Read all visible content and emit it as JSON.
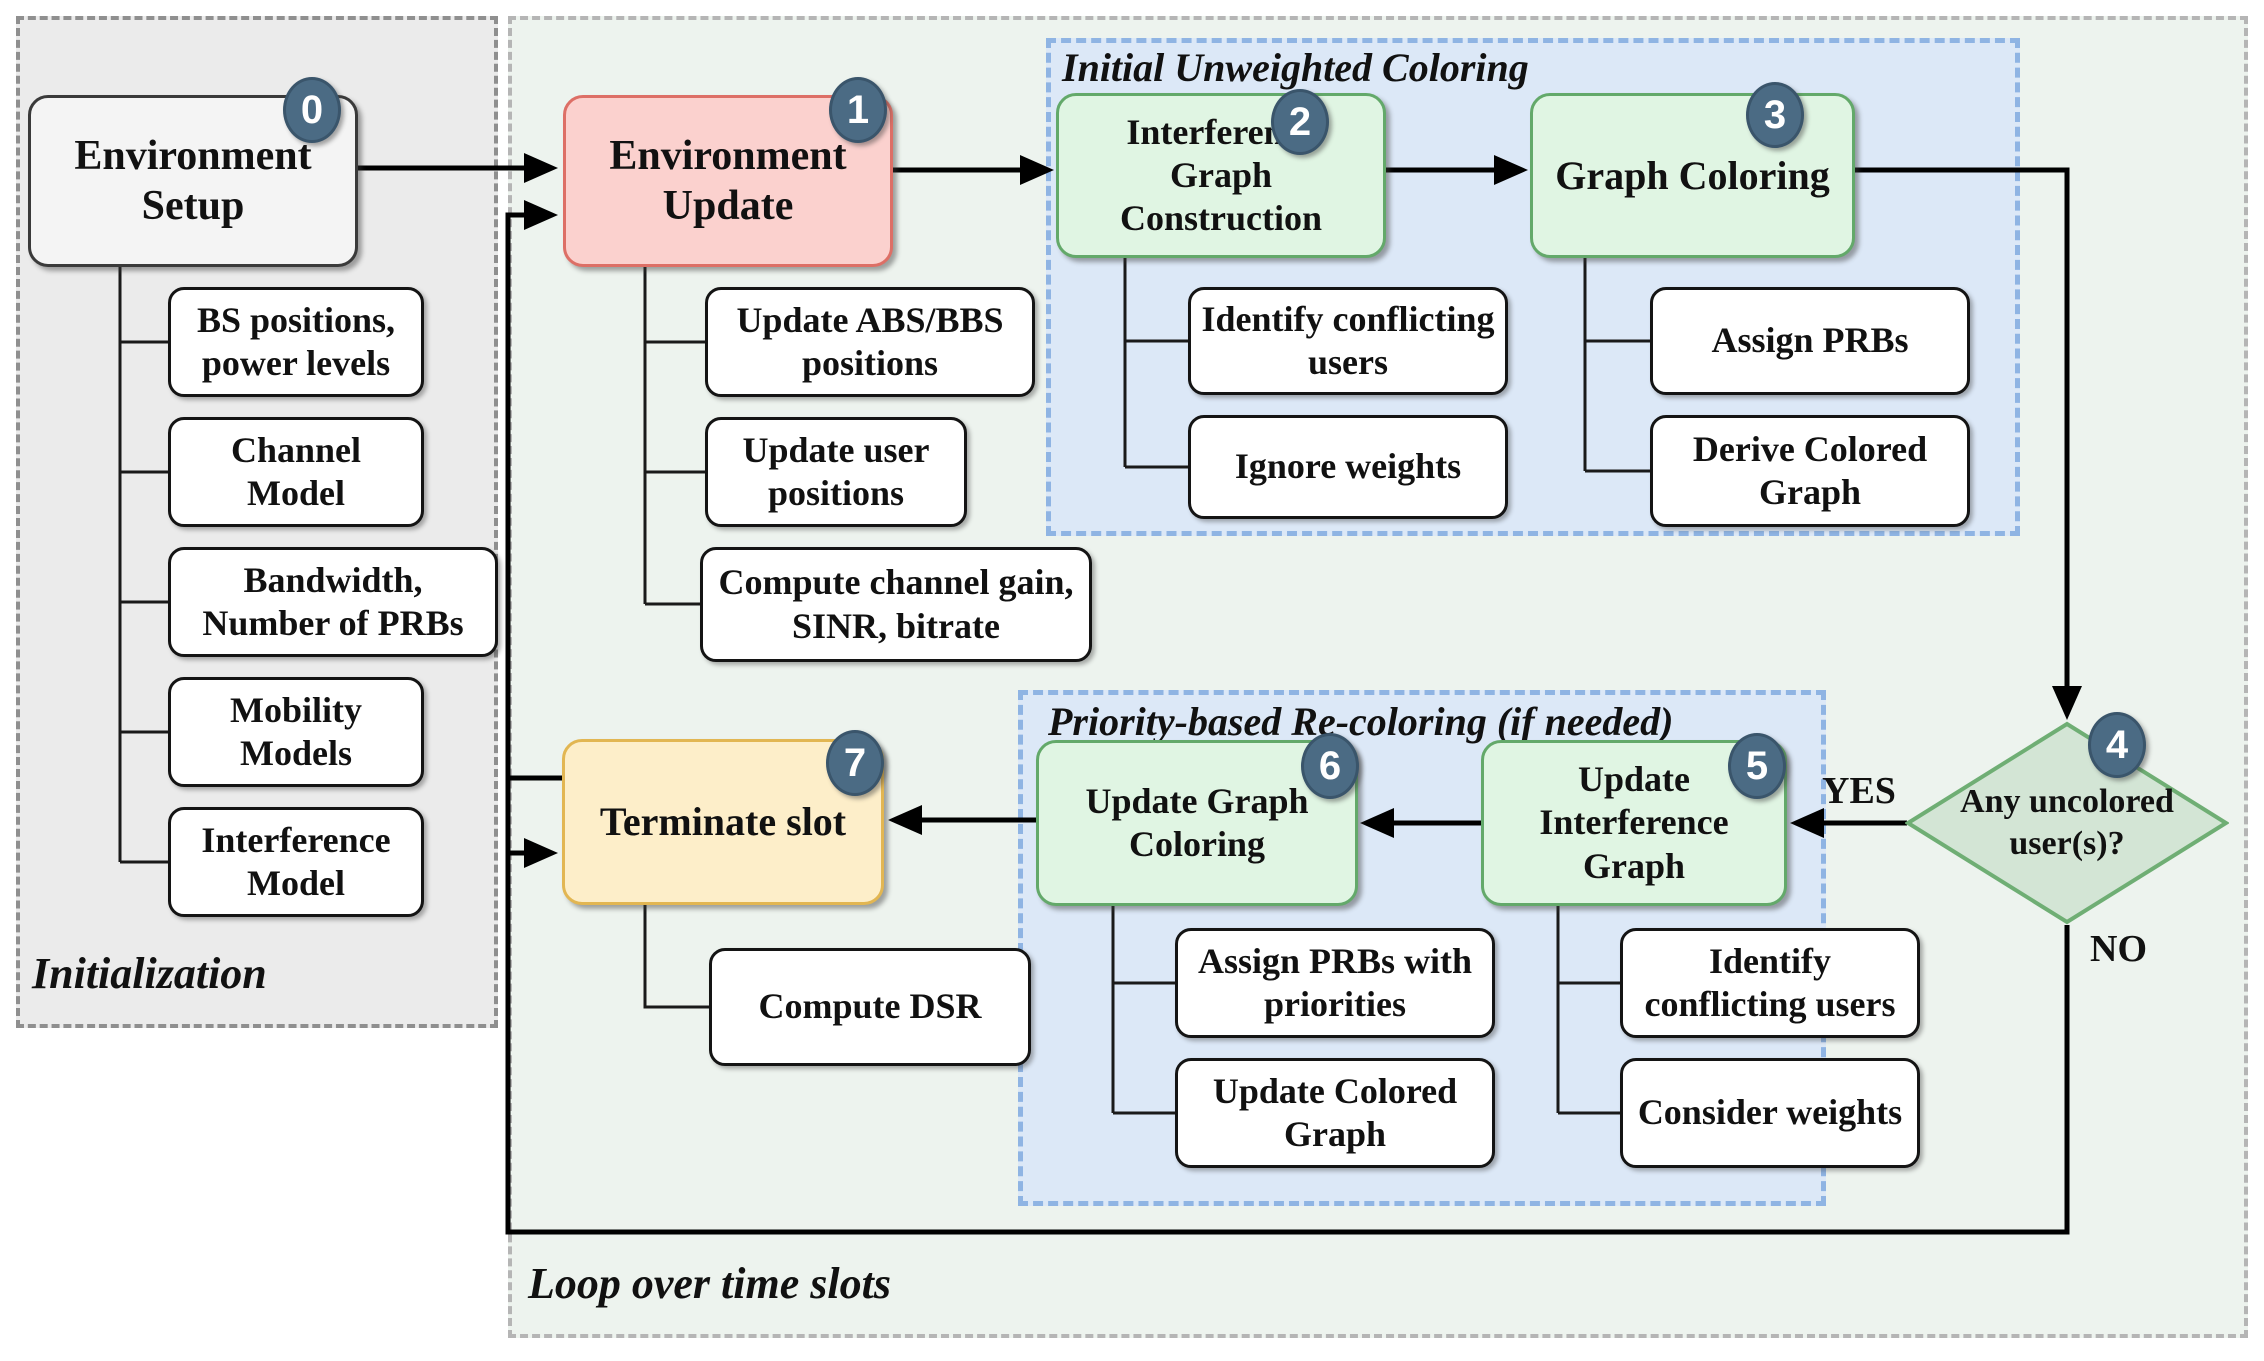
{
  "panels": {
    "initialization": {
      "label": "Initialization"
    },
    "loop": {
      "label": "Loop over time slots"
    },
    "initial_coloring": {
      "label": "Initial Unweighted Coloring"
    },
    "recoloring": {
      "label": "Priority-based Re-coloring (if needed)"
    }
  },
  "nodes": {
    "environment_setup": {
      "step": "0",
      "label": "Environment Setup"
    },
    "environment_update": {
      "step": "1",
      "label": "Environment Update"
    },
    "interference_graph_construction": {
      "step": "2",
      "label": "Interference Graph Construction"
    },
    "graph_coloring": {
      "step": "3",
      "label": "Graph Coloring"
    },
    "decision_uncolored": {
      "step": "4",
      "label": "Any uncolored user(s)?"
    },
    "update_interference_graph": {
      "step": "5",
      "label": "Update Interference Graph"
    },
    "update_graph_coloring": {
      "step": "6",
      "label": "Update Graph Coloring"
    },
    "terminate_slot": {
      "step": "7",
      "label": "Terminate slot"
    }
  },
  "details": {
    "setup": [
      "BS positions, power levels",
      "Channel Model",
      "Bandwidth, Number of PRBs",
      "Mobility Models",
      "Interference Model"
    ],
    "update": [
      "Update ABS/BBS positions",
      "Update user positions",
      "Compute channel gain, SINR, bitrate"
    ],
    "igc": [
      "Identify conflicting users",
      "Ignore weights"
    ],
    "gc": [
      "Assign PRBs",
      "Derive Colored Graph"
    ],
    "ugc": [
      "Assign PRBs with priorities",
      "Update Colored Graph"
    ],
    "uig": [
      "Identify conflicting users",
      "Consider weights"
    ],
    "terminate": [
      "Compute DSR"
    ]
  },
  "edge_labels": {
    "yes": "YES",
    "no": "NO"
  },
  "colors": {
    "init_panel_bg": "#ebebeb",
    "loop_panel_bg": "#edf3ee",
    "blue_panel_bg": "#dce8f7",
    "green_box_bg": "#e0f5e3",
    "green_box_border": "#63a96a",
    "red_box_bg": "#fbd1ce",
    "red_box_border": "#dd6f66",
    "yellow_box_bg": "#fdeec9",
    "yellow_box_border": "#e2b652",
    "gray_box_bg": "#f4f4f4",
    "diamond_bg": "#d3e5d5",
    "diamond_border": "#6fae74",
    "badge_bg": "#4b6b84",
    "arrow": "#000000"
  }
}
